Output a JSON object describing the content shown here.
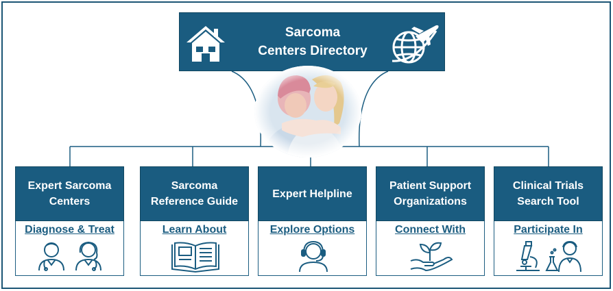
{
  "header": {
    "title_line1": "Sarcoma",
    "title_line2": "Centers Directory",
    "left_icon": "house-icon",
    "right_icon": "globe-airplane-icon"
  },
  "photo": {
    "description_icon": "patient-and-child-photo"
  },
  "colors": {
    "box_fill": "#1a5c80",
    "frame": "#1a5474",
    "link": "#1a5c80",
    "line": "#1a5c80"
  },
  "cards": [
    {
      "title": "Expert Sarcoma Centers",
      "link": "Diagnose & Treat",
      "icon": "doctors-icon"
    },
    {
      "title": "Sarcoma Reference Guide",
      "link": "Learn About",
      "icon": "open-book-icon"
    },
    {
      "title": "Expert Helpline",
      "link": "Explore Options",
      "icon": "headset-person-icon"
    },
    {
      "title": "Patient Support Organizations",
      "link": "Connect With",
      "icon": "hand-plant-icon"
    },
    {
      "title": "Clinical Trials Search Tool",
      "link": "Participate In",
      "icon": "microscope-scientist-icon"
    }
  ]
}
